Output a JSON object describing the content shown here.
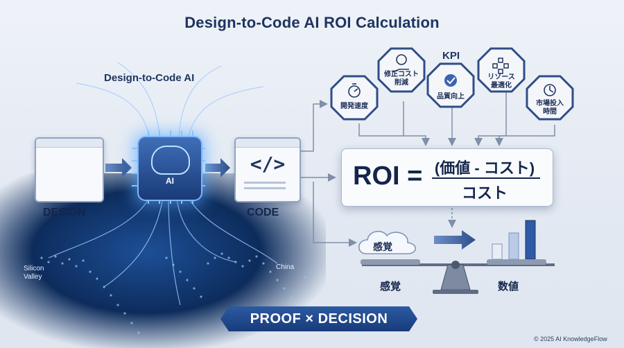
{
  "title": "Design-to-Code AI ROI Calculation",
  "subtitle": "Design-to-Code AI",
  "nodes": {
    "design": "DESIGN",
    "code": "CODE",
    "chip_label": "AI",
    "code_icon": "</>"
  },
  "kpi": {
    "label": "KPI",
    "items": [
      {
        "lines": [
          "開発速度"
        ],
        "icon": "stopwatch-icon"
      },
      {
        "lines": [
          "修正コスト",
          "削減"
        ],
        "icon": "dollar-hand-icon"
      },
      {
        "lines": [
          "品質向上"
        ],
        "icon": "quality-badge-icon"
      },
      {
        "lines": [
          "リソース",
          "最適化"
        ],
        "icon": "network-nodes-icon"
      },
      {
        "lines": [
          "市場投入",
          "時間"
        ],
        "icon": "clock-arrow-icon"
      }
    ]
  },
  "formula": {
    "lhs": "ROI =",
    "numerator": "(価値 - コスト)",
    "denominator": "コスト"
  },
  "comparison": {
    "cloud_label": "感覚",
    "left_label": "感覚",
    "right_label": "数値"
  },
  "map": {
    "left_label": "Silicon Valley",
    "right_label": "China"
  },
  "banner": "PROOF × DECISION",
  "copyright": "© 2025 AI KnowledgeFlow",
  "colors": {
    "navy": "#1e3460",
    "accent_blue": "#2c5aa2",
    "glow": "#7fb8ff",
    "connector": "#7f8fa8"
  }
}
